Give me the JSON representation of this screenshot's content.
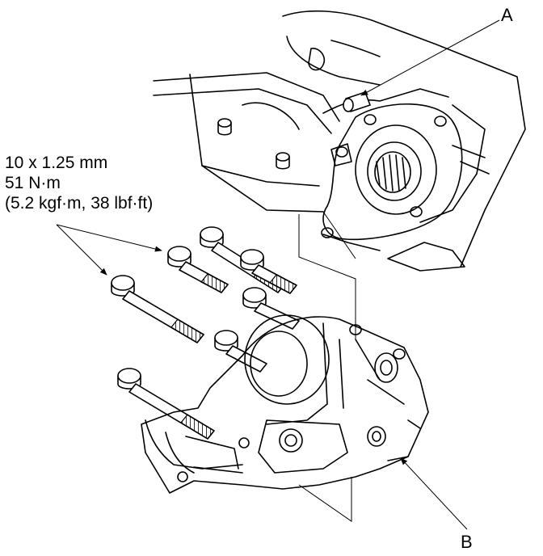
{
  "spec": {
    "line1": "10 x 1.25 mm",
    "line2": "51 N·m",
    "line3": "(5.2 kgf·m, 38 lbf·ft)"
  },
  "callouts": {
    "a": "A",
    "b": "B"
  },
  "colors": {
    "ink": "#000000",
    "paper": "#ffffff"
  }
}
